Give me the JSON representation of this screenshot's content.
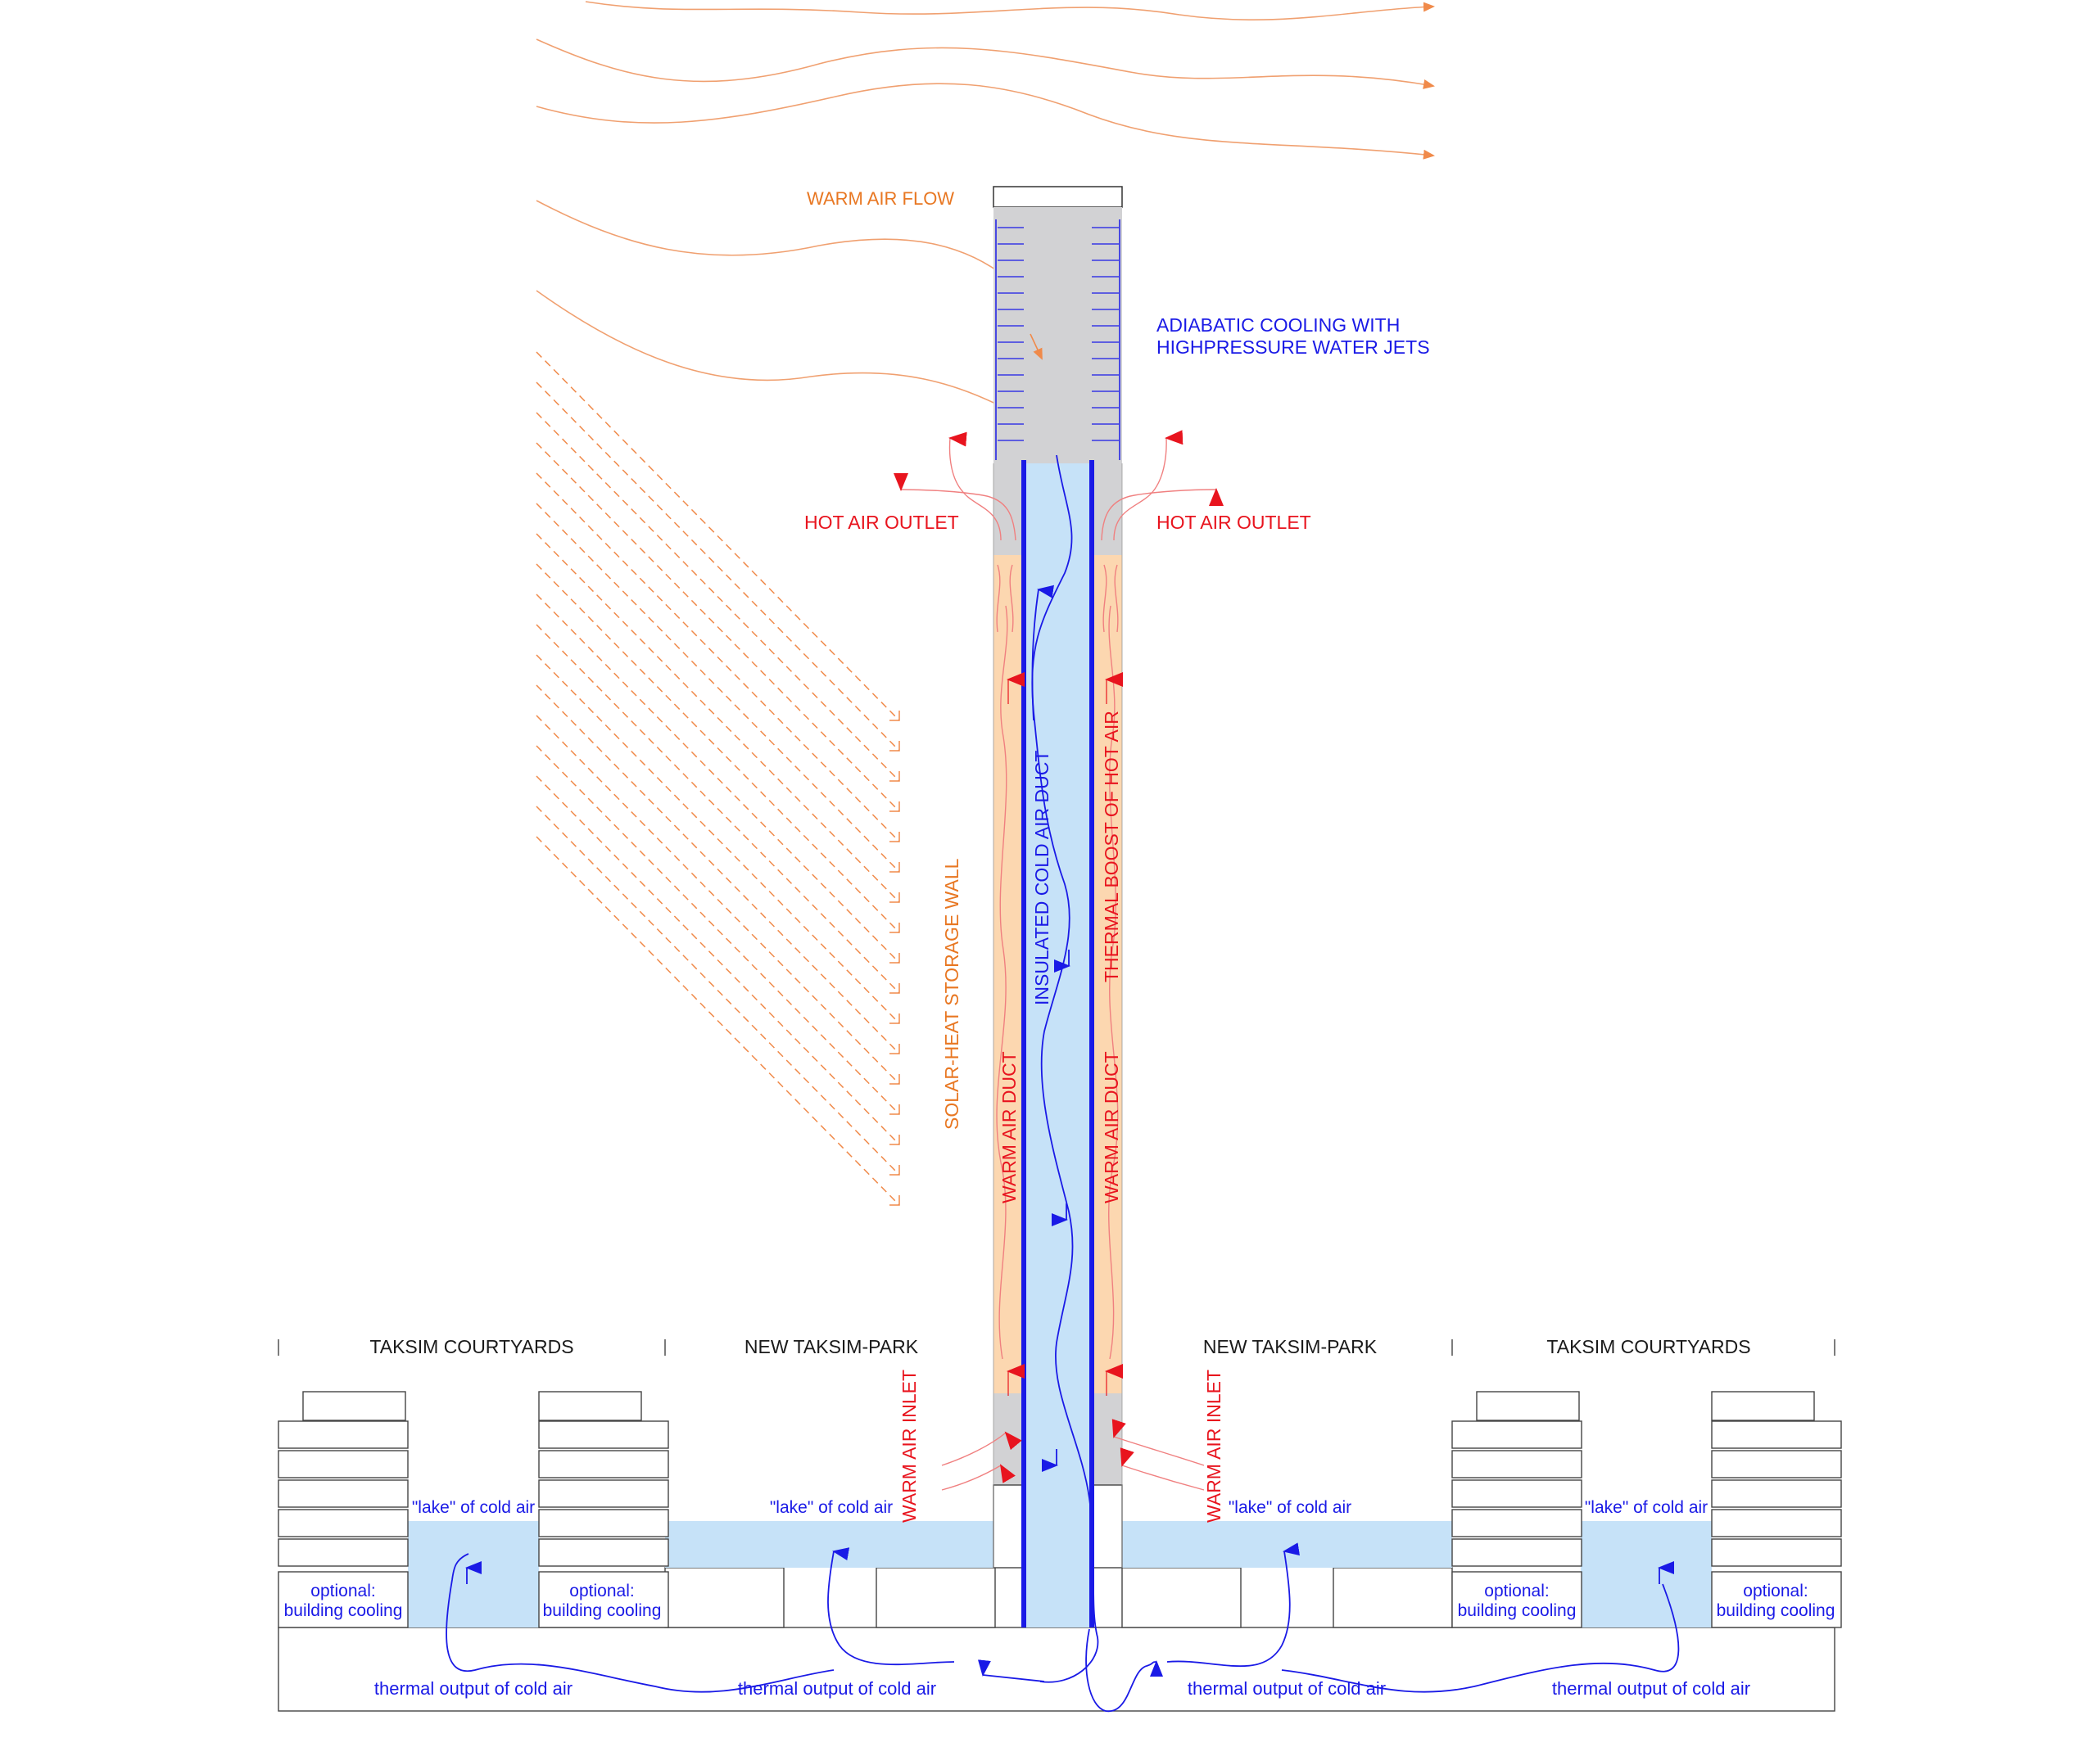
{
  "labels": {
    "warm_air_flow": "WARM AIR FLOW",
    "adiabatic_line1": "ADIABATIC COOLING WITH",
    "adiabatic_line2": "HIGHPRESSURE WATER JETS",
    "hot_air_outlet_left": "HOT AIR OUTLET",
    "hot_air_outlet_right": "HOT AIR OUTLET",
    "solar_heat_storage_wall": "SOLAR-HEAT STORAGE WALL",
    "warm_air_duct_left": "WARM AIR DUCT",
    "insulated_cold_air_duct": "INSULATED COLD AIR DUCT",
    "thermal_boost": "THERMAL BOOST OF HOT AIR",
    "warm_air_duct_right": "WARM AIR DUCT",
    "warm_air_inlet_left": "WARM AIR INLET",
    "warm_air_inlet_right": "WARM AIR INLET"
  },
  "zones": [
    "TAKSIM COURTYARDS",
    "NEW TAKSIM-PARK",
    "NEW TAKSIM-PARK",
    "TAKSIM COURTYARDS"
  ],
  "lake_labels": [
    "\"lake\" of cold air",
    "\"lake\" of cold air",
    "\"lake\" of cold air",
    "\"lake\" of cold air"
  ],
  "optional_cooling": [
    {
      "line1": "optional:",
      "line2": "building cooling"
    },
    {
      "line1": "optional:",
      "line2": "building cooling"
    },
    {
      "line1": "optional:",
      "line2": "building cooling"
    },
    {
      "line1": "optional:",
      "line2": "building cooling"
    }
  ],
  "thermal_output": [
    "thermal output of cold air",
    "thermal output of cold air",
    "thermal output of cold air",
    "thermal output of cold air"
  ],
  "colors": {
    "cold_air": "#c6e2f8",
    "warm_duct": "#fcd7b0",
    "cooling_tower": "#d2d2d4",
    "cold_flow": "#1a1ae6",
    "hot_flow": "#e8141e",
    "solar": "#f08a4a"
  }
}
